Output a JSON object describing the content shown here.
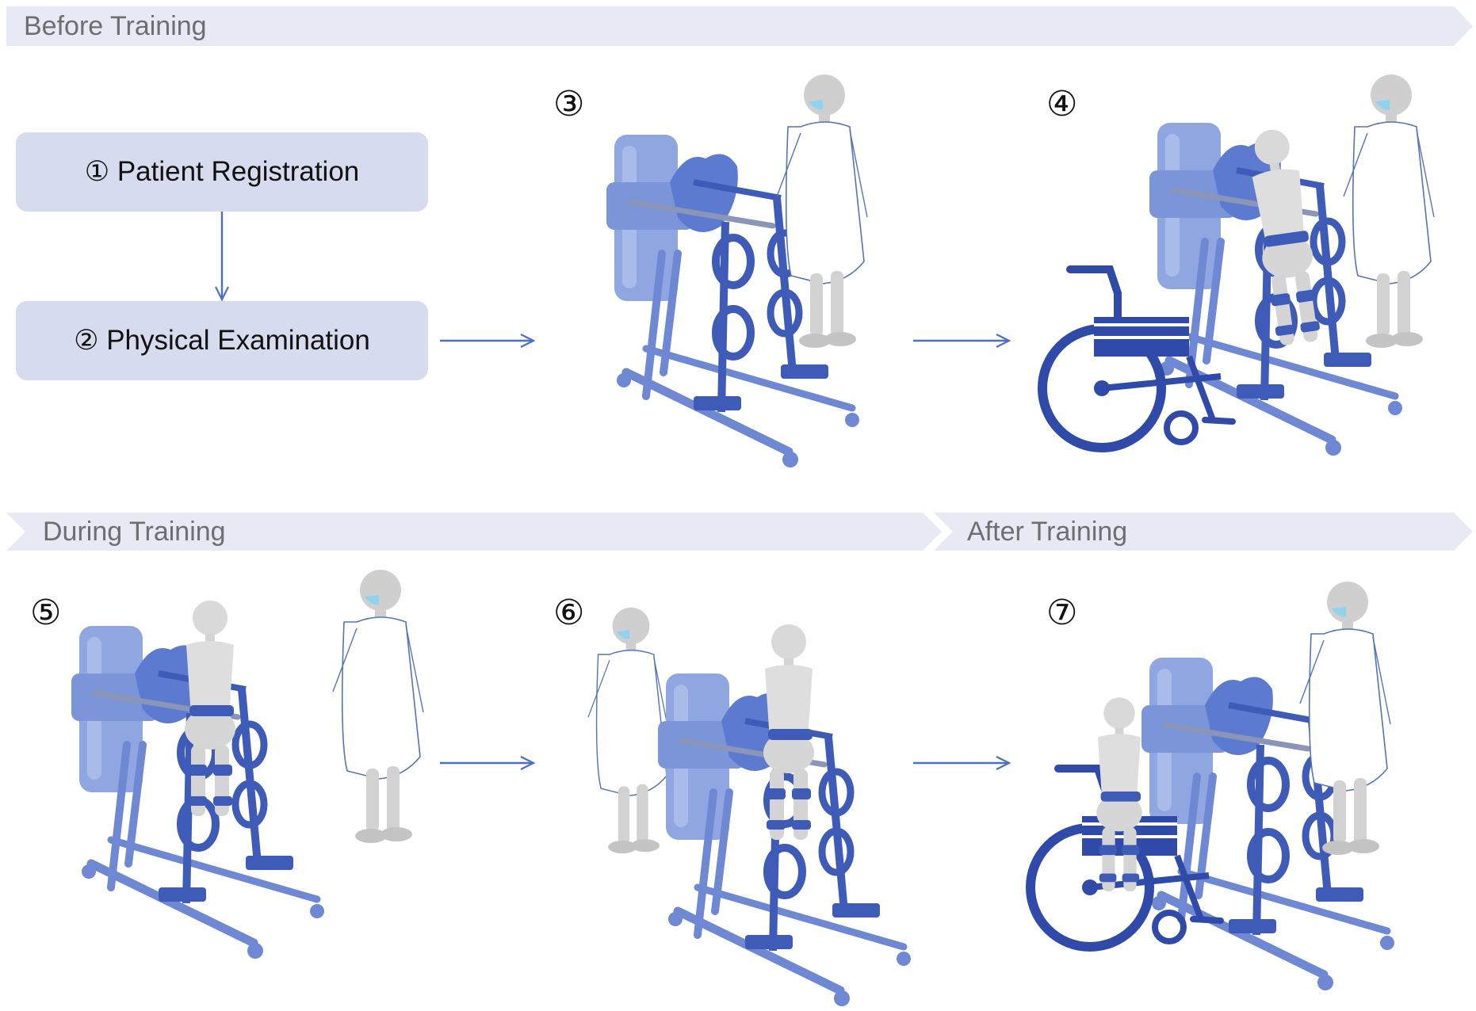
{
  "banners": {
    "before": "Before Training",
    "during": "During Training",
    "after": "After Training"
  },
  "steps": {
    "step1": "① Patient Registration",
    "step2": "② Physical Examination",
    "step3": "③",
    "step4": "④",
    "step5": "⑤",
    "step6": "⑥",
    "step7": "⑦"
  },
  "colors": {
    "banner_bg": "#e7eaf5",
    "box_bg": "#d6dbee",
    "arrow": "#4a6fc9",
    "device_light": "#8fa6e0",
    "device_dark": "#3f5bb8",
    "wheelchair": "#2f4aa8",
    "figure": "#d9d9d9"
  }
}
